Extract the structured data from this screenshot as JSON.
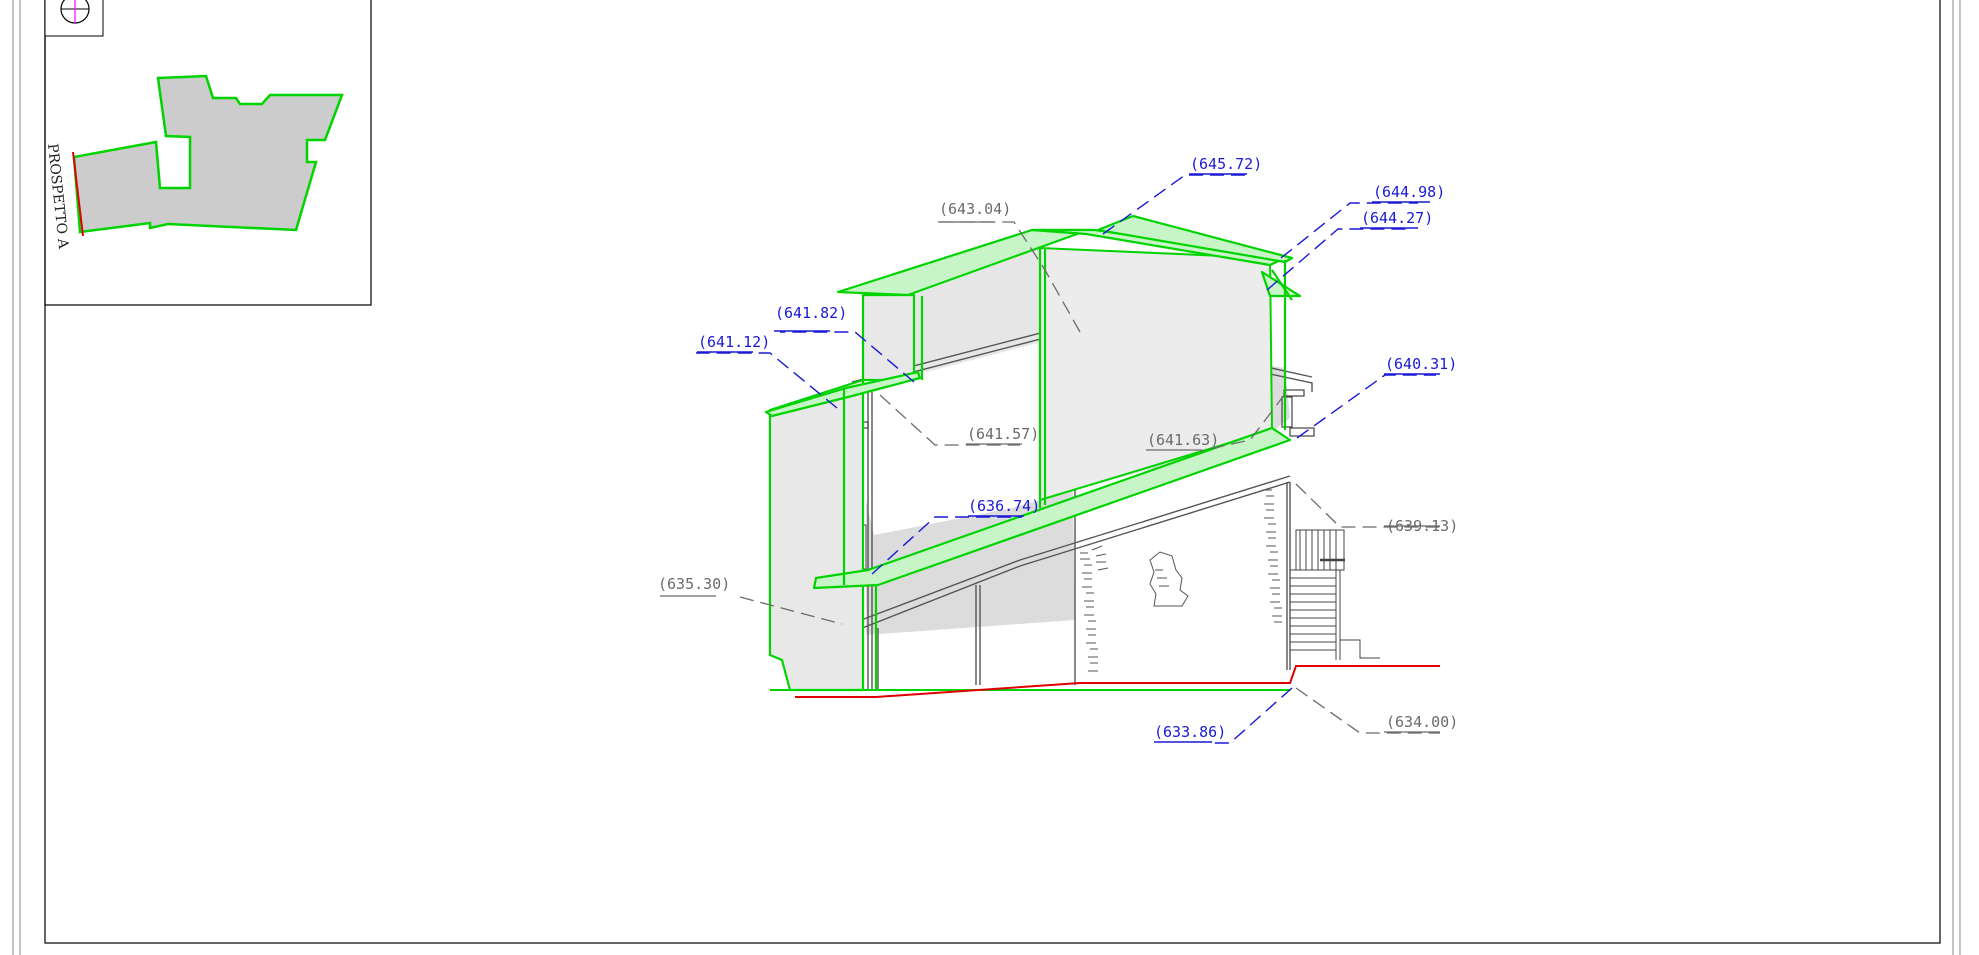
{
  "drawing": {
    "key_plan": {
      "view_label": "PROSPETTO A"
    },
    "elevations_new": [
      {
        "id": "e-645-72",
        "text": "(645.72)"
      },
      {
        "id": "e-644-98",
        "text": "(644.98)"
      },
      {
        "id": "e-644-27",
        "text": "(644.27)"
      },
      {
        "id": "e-641-82",
        "text": "(641.82)"
      },
      {
        "id": "e-641-12",
        "text": "(641.12)"
      },
      {
        "id": "e-640-31",
        "text": "(640.31)"
      },
      {
        "id": "e-636-74",
        "text": "(636.74)"
      },
      {
        "id": "e-633-86",
        "text": "(633.86)"
      }
    ],
    "elevations_existing": [
      {
        "id": "e-643-04",
        "text": "(643.04)"
      },
      {
        "id": "e-641-57",
        "text": "(641.57)"
      },
      {
        "id": "e-641-63",
        "text": "(641.63)"
      },
      {
        "id": "e-639-13",
        "text": "(639.13)"
      },
      {
        "id": "e-635-30",
        "text": "(635.30)"
      },
      {
        "id": "e-634-00",
        "text": "(634.00)"
      }
    ],
    "colors": {
      "new_outline": "#00d400",
      "new_fill": "#c8f5c8",
      "existing_fill": "#dcdcdc",
      "ground_line": "#e00000",
      "new_leader": "#1a1ad6",
      "existing_leader": "#6b6b6b"
    }
  }
}
